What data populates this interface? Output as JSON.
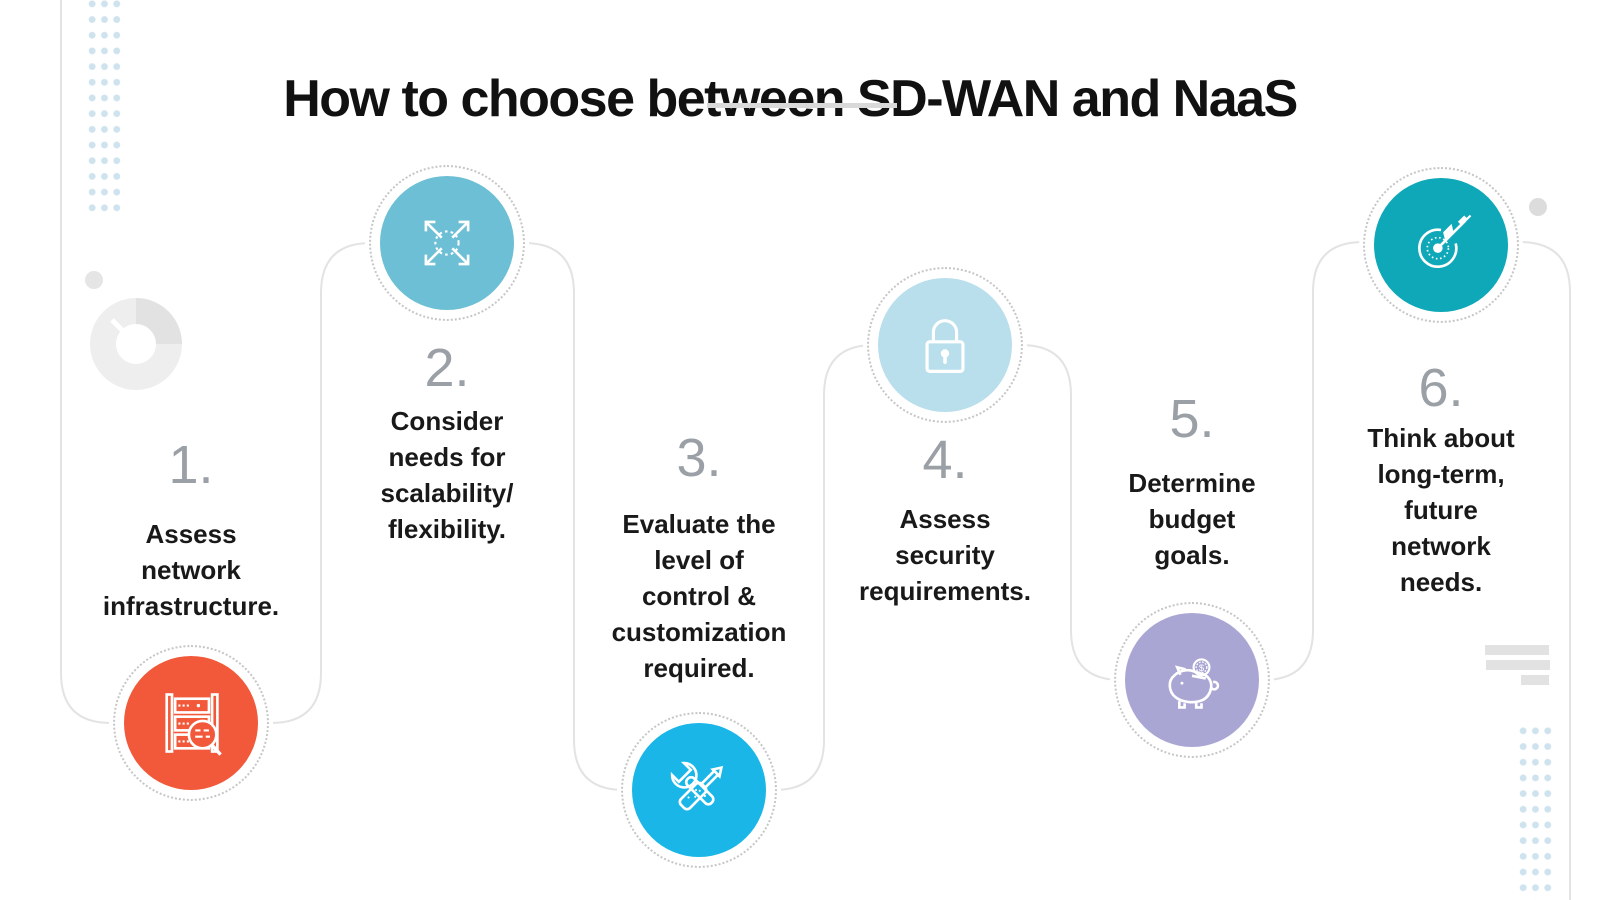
{
  "title": "How to choose between SD-WAN and NaaS",
  "steps": [
    {
      "number": "1.",
      "label_lines": [
        "Assess",
        "network",
        "infrastructure."
      ],
      "icon": "server-search",
      "color": "#f2593a",
      "icon_position": "bottom"
    },
    {
      "number": "2.",
      "label_lines": [
        "Consider",
        "needs for",
        "scalability/",
        "flexibility."
      ],
      "icon": "expand-arrows",
      "color": "#6cbfd4",
      "icon_position": "top"
    },
    {
      "number": "3.",
      "label_lines": [
        "Evaluate the",
        "level of",
        "control &",
        "customization",
        "required."
      ],
      "icon": "crossed-tools",
      "color": "#1ab6e8",
      "icon_position": "bottom"
    },
    {
      "number": "4.",
      "label_lines": [
        "Assess",
        "security",
        "requirements."
      ],
      "icon": "padlock",
      "color": "#b9deec",
      "icon_position": "top"
    },
    {
      "number": "5.",
      "label_lines": [
        "Determine",
        "budget",
        "goals."
      ],
      "icon": "piggy-bank",
      "color": "#aaa6d4",
      "icon_position": "bottom"
    },
    {
      "number": "6.",
      "label_lines": [
        "Think about",
        "long-term,",
        "future",
        "network",
        "needs."
      ],
      "icon": "target-dart",
      "color": "#0fa8b8",
      "icon_position": "top"
    }
  ],
  "colors": {
    "flow_path": "#e3e3e3",
    "dotted_ring": "#c6c6c6",
    "step_number": "#9aa0a6",
    "label_text": "#191919",
    "title_underline": "#d9d9d9",
    "accent_dot_grid": "#cfe3ef",
    "decor_gray": "#e5e5e5"
  }
}
